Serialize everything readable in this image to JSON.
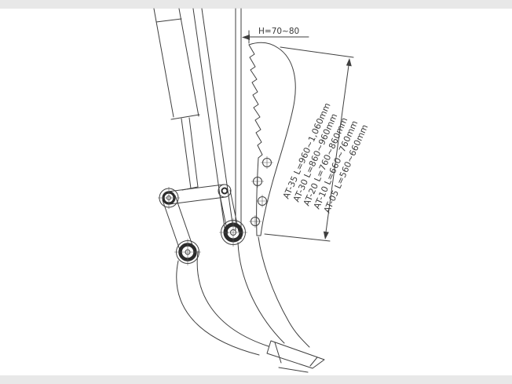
{
  "page": {
    "background": "#ffffff",
    "frame_color": "#e8e8e8",
    "line_color": "#3f3f3f",
    "description": "Technical line drawing of an excavator arm with ripper attachment and size dimensions"
  },
  "drawing": {
    "dimensions": {
      "height_gap": "H=70~80",
      "size_labels": [
        "AT-35 L=960~1,060mm",
        "AT-30 L=860~960mm",
        "AT-20 L=760~860mm",
        "AT-10 L=660~760mm",
        "AT-05 L=560~660mm"
      ]
    }
  }
}
